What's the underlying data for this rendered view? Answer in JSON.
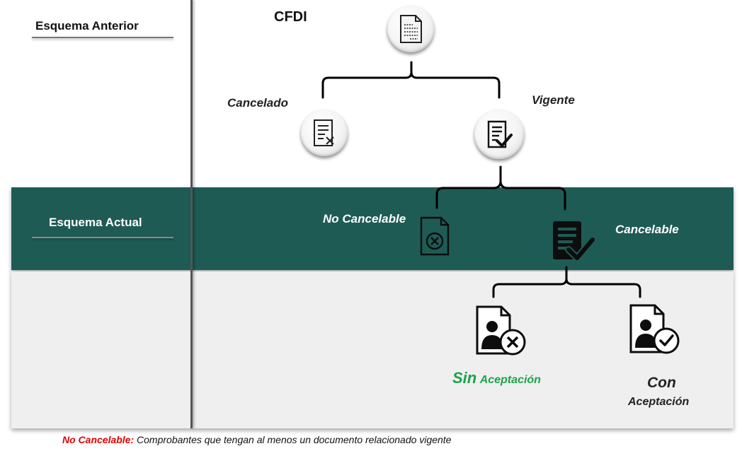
{
  "left_labels": {
    "esquema_anterior": "Esquema Anterior",
    "esquema_actual": "Esquema Actual"
  },
  "tree": {
    "root_label": "CFDI",
    "cancelado": "Cancelado",
    "vigente": "Vigente",
    "no_cancelable": "No Cancelable",
    "cancelable": "Cancelable",
    "sin_word": "Sin",
    "sin_rest": "Aceptación",
    "con_word": "Con",
    "con_rest": "Aceptación"
  },
  "footnote": {
    "term": "No Cancelable:",
    "text": "Comprobantes que tengan al menos un documento relacionado vigente"
  },
  "colors": {
    "band_green": "#1f5b55",
    "sin_green": "#1aa34a",
    "footnote_red": "#e00000"
  }
}
